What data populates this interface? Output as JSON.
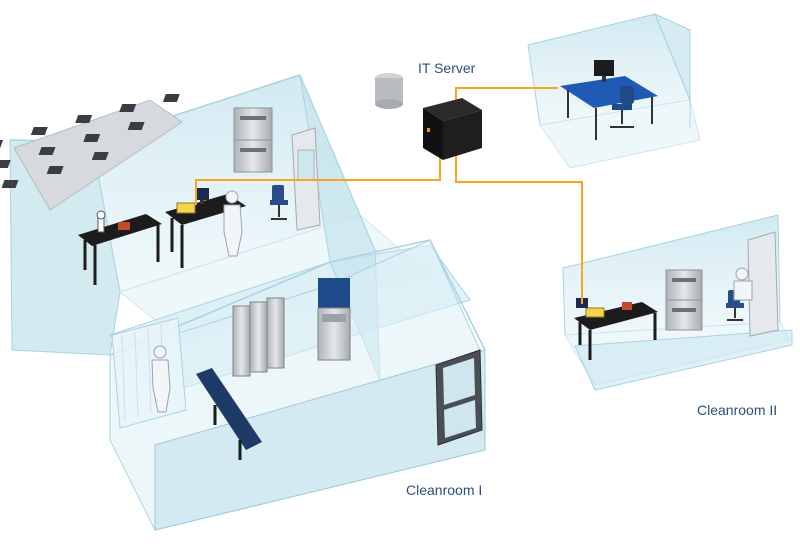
{
  "labels": {
    "it_server": "IT Server",
    "cleanroom_1": "Cleanroom I",
    "cleanroom_2": "Cleanroom II"
  },
  "colors": {
    "network_line": "#f5a623",
    "label_text": "#2b4f7e",
    "glass_fill": "#cfe9f2",
    "glass_edge": "#a9d3e2",
    "floor": "#eef7fa",
    "bench": "#1c1c1c",
    "server_box": "#1a1a1a",
    "steel": "#c9cdd2",
    "chair": "#2a4c8a",
    "screen": "#1b2b4f"
  },
  "icons": {
    "server": "server-box-icon",
    "database": "database-cylinder-icon",
    "workstation": "computer-workstation-icon",
    "person": "cleanroom-worker-icon",
    "microscope": "microscope-icon",
    "incubator": "incubator-icon",
    "ceiling_filter": "ceiling-filter-panel-icon"
  }
}
